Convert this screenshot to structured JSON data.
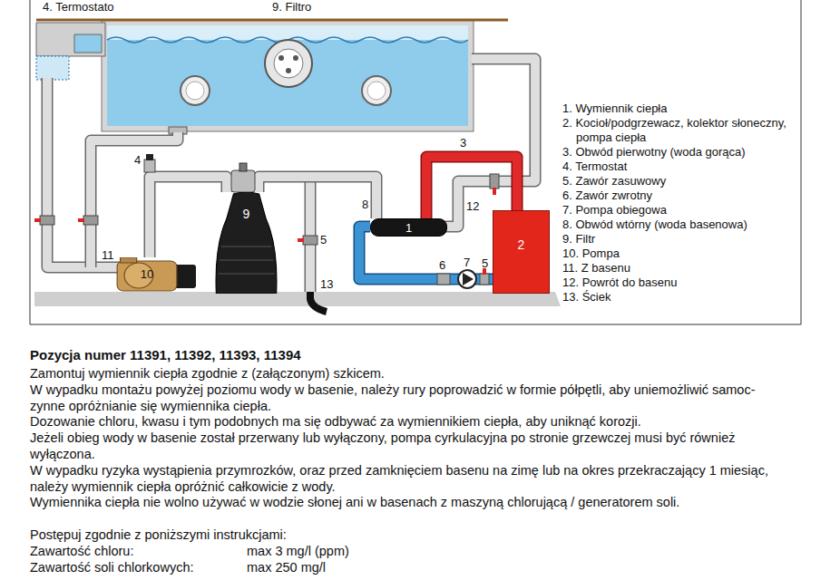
{
  "diagram": {
    "title": "Pozycja numer 11391, 11392, 11393, 11394",
    "nodes": [
      {
        "text": [
          "1"
        ]
      },
      {
        "text": [
          "2"
        ]
      },
      {
        "text": [
          "9"
        ]
      },
      {
        "text": [
          "10"
        ]
      }
    ],
    "edges": [
      {
        "from": 3,
        "to": 2,
        "arrow": "none"
      },
      {
        "from": 2,
        "to": 0,
        "arrow": "none"
      },
      {
        "from": 0,
        "to": 1,
        "arrow": "none"
      },
      {
        "from": 1,
        "to": 0,
        "arrow": "none"
      }
    ],
    "labels": [
      "4. Termostato",
      "9. Filtro",
      "4",
      "11",
      "8",
      "12",
      "3",
      "6",
      "7",
      "5",
      "5",
      "13",
      "1. Wymiennik ciepła",
      "2. Kocioł/podgrzewacz, kolektor słoneczny, pompa ciepła",
      "3. Obwód pierwotny (woda gorąca)",
      "4. Termostat",
      "5. Zawór zasuwowy",
      "6. Zawór zwrotny",
      "7. Pompa obiegowa",
      "8. Obwód wtórny (woda basenowa)",
      "9. Filtr",
      "10. Pompa",
      "11. Z basenu",
      "12. Powrót do basenu",
      "13. Ściek",
      "Zamontuj wymiennik ciepła zgodnie z (załączonym) szkicem.",
      "W wypadku montażu powyżej poziomu wody w basenie, należy rury poprowadzić w formie półpętli, aby uniemożliwić samoc- zynne opróżnianie się wymiennika ciepła.",
      "Dozowanie chloru, kwasu i tym podobnych ma się odbywać za wymiennikiem ciepła, aby uniknąć korozji.",
      "Jeżeli obieg wody w basenie został przerwany lub wyłączony, pompa cyrkulacyjna po stronie grzewczej musi być również wyłączona.",
      "W wypadku ryzyka wystąpienia przymrozków, oraz przed zamknięciem basenu na zimę lub na okres przekraczający 1 miesiąc, należy wymiennik ciepła opróżnić całkowicie z wody.",
      "Wymiennika ciepła nie wolno używać w wodzie słonej ani w basenach z maszyną chlorującą / generatorem soli.",
      "Postępuj zgodnie z poniższymi instrukcjami:",
      "Zawartość chloru:",
      "max 3 mg/l (ppm)",
      "Zawartość soli chlorkowych:",
      "max 250 mg/l"
    ]
  }
}
